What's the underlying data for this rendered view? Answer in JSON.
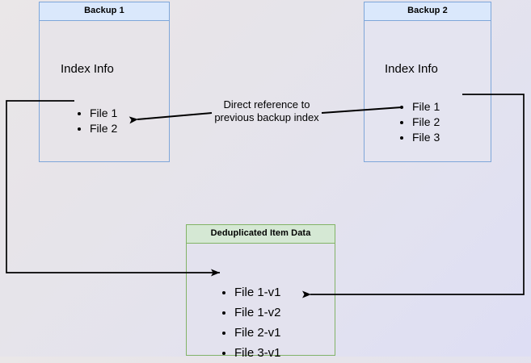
{
  "diagram": {
    "title": "Backup deduplication index reference diagram",
    "colors": {
      "blue_fill": "#dae8fc",
      "blue_stroke": "#7ea6d9",
      "green_fill": "#d5e8d4",
      "green_stroke": "#82b366",
      "box_body_fill": "#e7e4e9",
      "edge_stroke": "#000000"
    }
  },
  "backup1": {
    "header": "Backup 1",
    "section_label": "Index Info",
    "files": [
      "File 1",
      "File 2"
    ]
  },
  "backup2": {
    "header": "Backup 2",
    "section_label": "Index Info",
    "files": [
      "File 1",
      "File 2",
      "File 3"
    ]
  },
  "dedup": {
    "header": "Deduplicated Item Data",
    "items": [
      "File 1-v1",
      "File 1-v2",
      "File 2-v1",
      "File 3-v1"
    ]
  },
  "annotations": {
    "direct_reference": "Direct reference to\nprevious backup index"
  }
}
